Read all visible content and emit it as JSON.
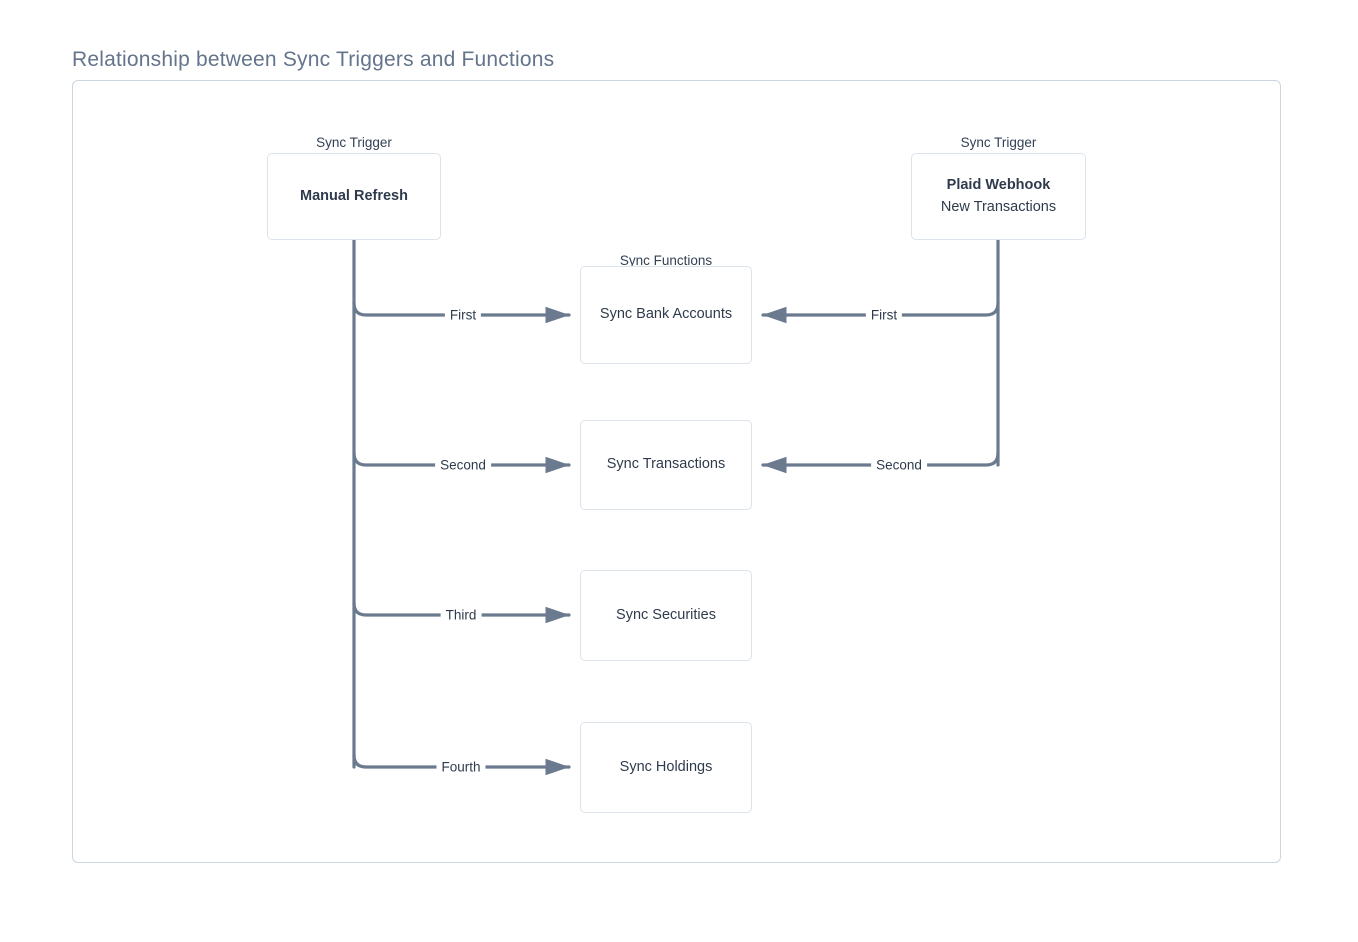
{
  "page": {
    "title": "Relationship between Sync Triggers and Functions",
    "background_color": "#ffffff",
    "frame_border_color": "#ccd6e0",
    "edge_color": "#6b7a8f",
    "node_border_color": "#dde3ea",
    "text_color": "#2f3b4c",
    "title_color": "#64748b"
  },
  "groups": {
    "trigger_left_label": "Sync Trigger",
    "trigger_right_label": "Sync Trigger",
    "functions_label": "Sync Functions"
  },
  "nodes": {
    "triggers": [
      {
        "id": "manual-refresh",
        "primary": "Manual Refresh",
        "secondary": ""
      },
      {
        "id": "plaid-webhook",
        "primary": "Plaid Webhook",
        "secondary": "New Transactions"
      }
    ],
    "functions": [
      {
        "id": "sync-bank-accounts",
        "label": "Sync Bank Accounts"
      },
      {
        "id": "sync-transactions",
        "label": "Sync Transactions"
      },
      {
        "id": "sync-securities",
        "label": "Sync Securities"
      },
      {
        "id": "sync-holdings",
        "label": "Sync Holdings"
      }
    ]
  },
  "edges": {
    "from_manual_refresh": [
      {
        "label": "First",
        "target": "sync-bank-accounts"
      },
      {
        "label": "Second",
        "target": "sync-transactions"
      },
      {
        "label": "Third",
        "target": "sync-securities"
      },
      {
        "label": "Fourth",
        "target": "sync-holdings"
      }
    ],
    "from_plaid_webhook": [
      {
        "label": "First",
        "target": "sync-bank-accounts"
      },
      {
        "label": "Second",
        "target": "sync-transactions"
      }
    ]
  }
}
